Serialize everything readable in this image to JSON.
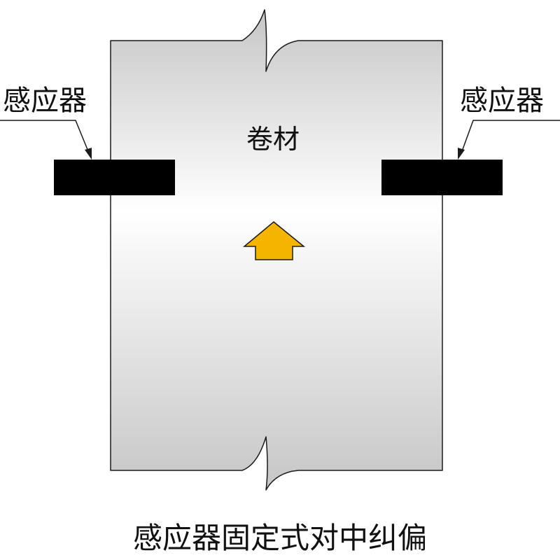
{
  "labels": {
    "sensor_left": "感应器",
    "sensor_right": "感应器",
    "material": "卷材"
  },
  "caption": "感应器固定式对中纠偏",
  "colors": {
    "material_edge": "#c6c6c6",
    "material_center": "#ffffff",
    "sensor": "#000000",
    "arrow_fill": "#f5b400",
    "stroke": "#1a1a1a"
  },
  "icons": {
    "direction_arrow": "arrow-up-icon"
  }
}
